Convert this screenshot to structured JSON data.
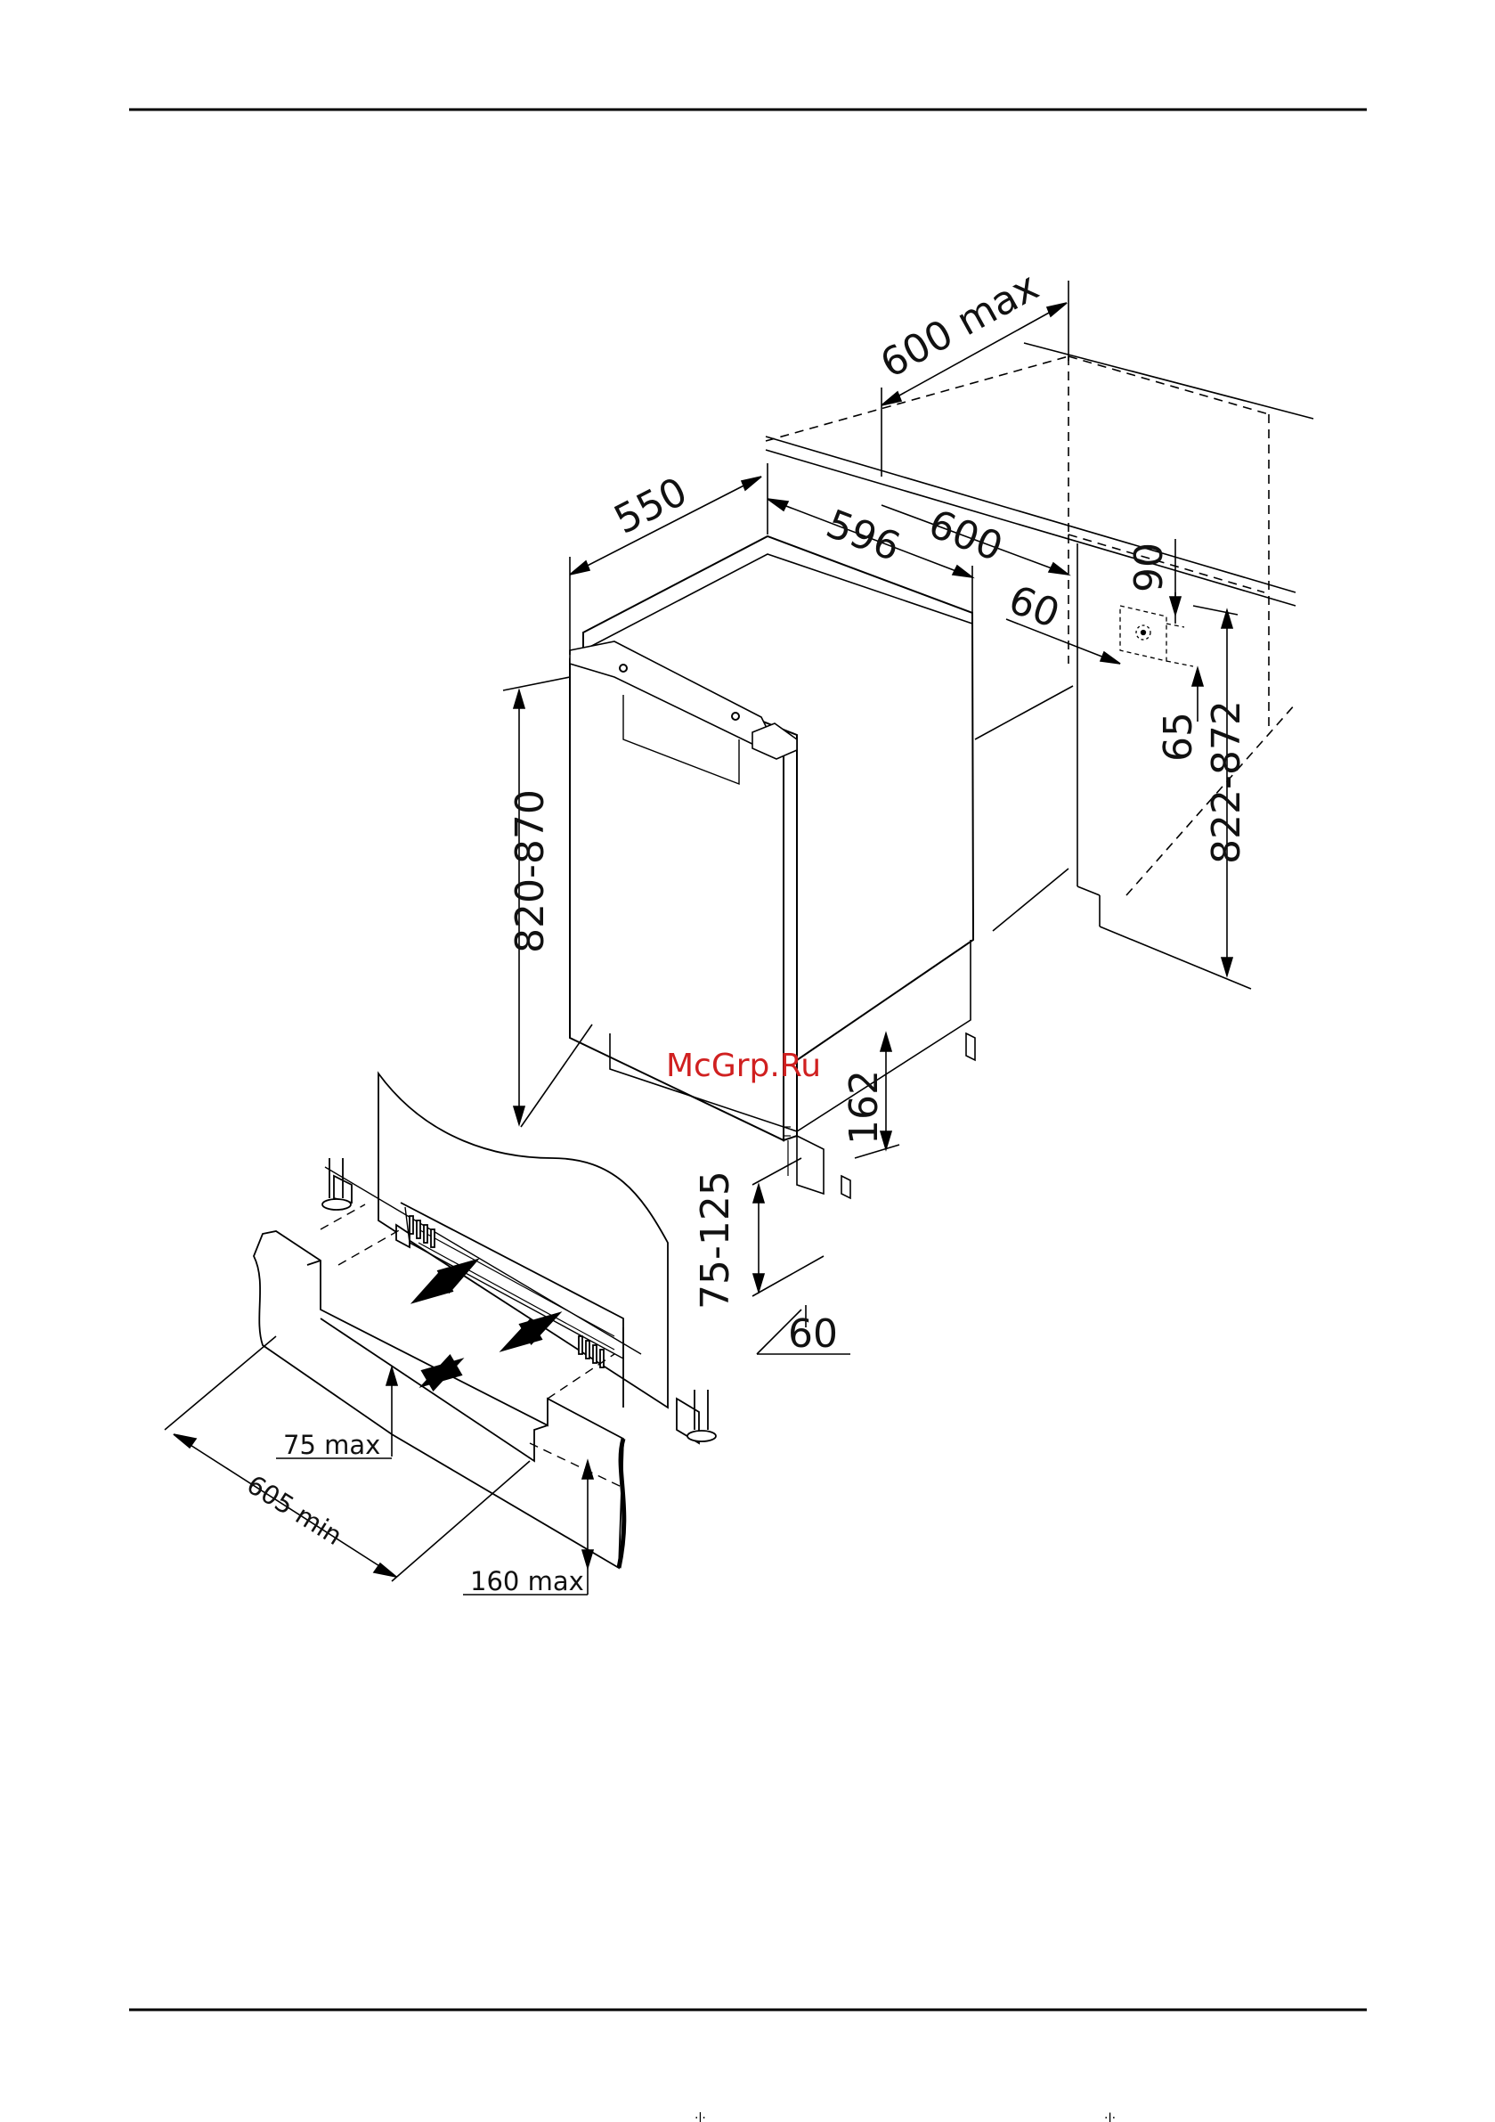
{
  "watermark": "McGrp.Ru",
  "dimensions": {
    "top_depth_max": "600 max",
    "top_depth": "550",
    "width_596": "596",
    "width_600": "600",
    "rear_gap": "60",
    "socket_90": "90",
    "socket_65": "65",
    "niche_height": "822-872",
    "appliance_height": "820-870",
    "base_162": "162",
    "plinth_range": "75-125",
    "plinth_depth": "60",
    "vent_75": "75 max",
    "vent_605": "605 min",
    "vent_160": "160 max"
  },
  "footer_fragments": {
    "left": "·l·",
    "right": "·I·"
  }
}
